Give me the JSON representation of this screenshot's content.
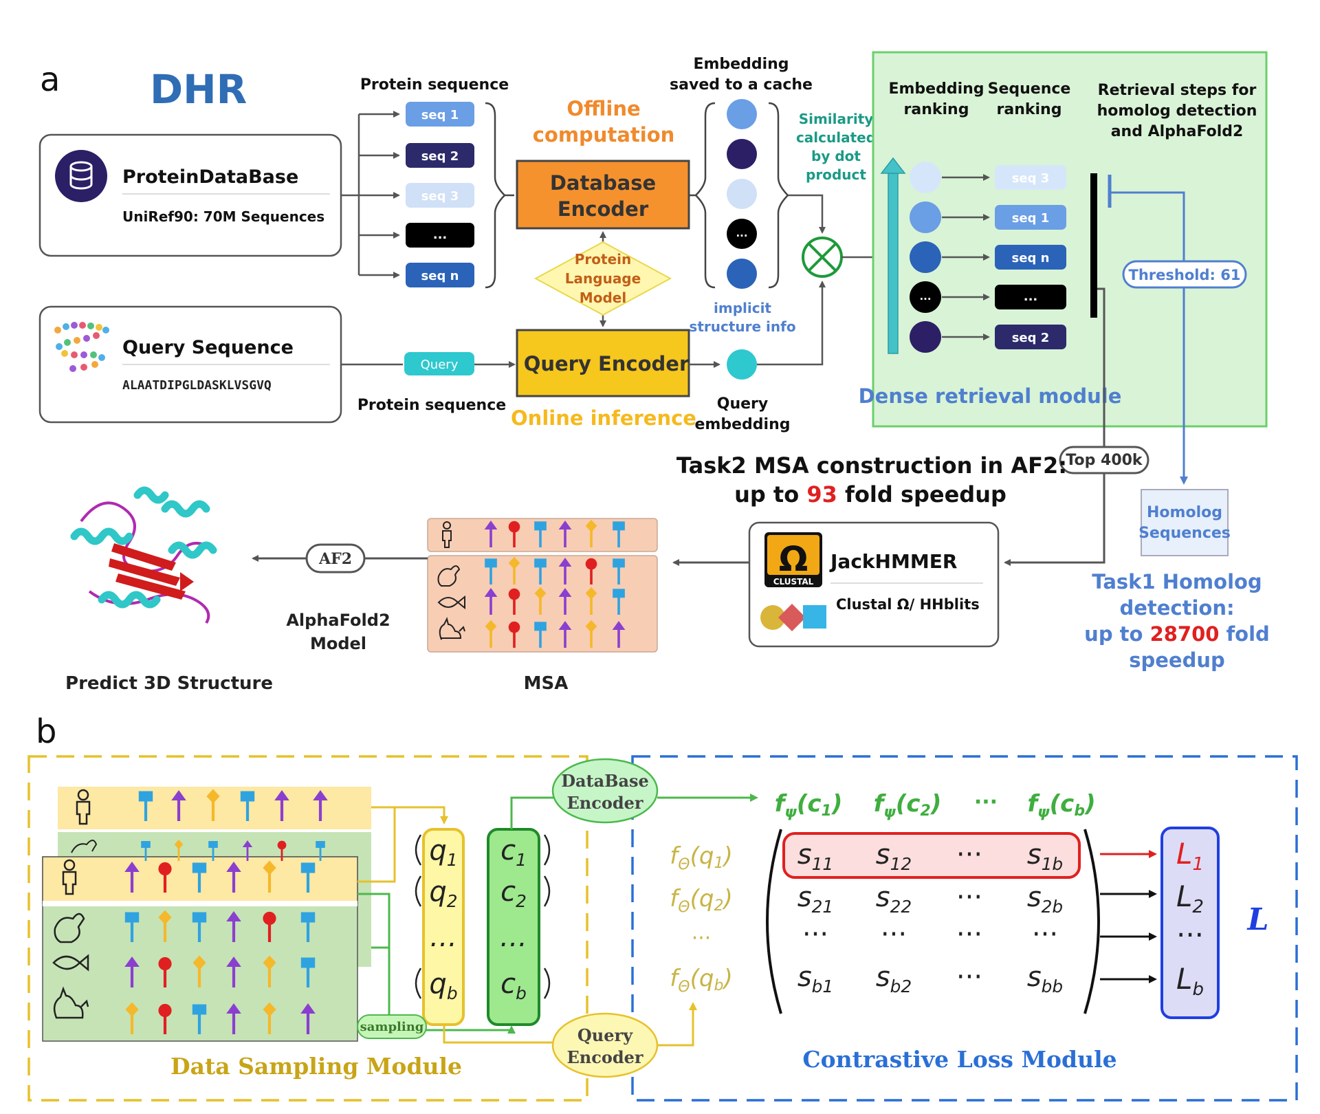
{
  "panel_a": {
    "label": "a",
    "title": "DHR",
    "protein_db": {
      "title": "ProteinDataBase",
      "subtitle": "UniRef90: 70M Sequences"
    },
    "query_seq": {
      "title": "Query Sequence",
      "sequence": "ALAATDIPGLDASKLVSGVQ"
    },
    "protein_sequence_top": "Protein sequence",
    "protein_sequence_bottom": "Protein sequence",
    "seqs": [
      "seq 1",
      "seq 2",
      "seq 3",
      "...",
      "seq n"
    ],
    "query_pill": "Query",
    "offline": [
      "Offline",
      "computation"
    ],
    "db_encoder": [
      "Database",
      "Encoder"
    ],
    "plm": [
      "Protein",
      "Language",
      "Model"
    ],
    "query_encoder": "Query Encoder",
    "online": "Online inference",
    "embedding_cache": [
      "Embedding",
      "saved to a cache"
    ],
    "implicit": [
      "implicit",
      "structure info"
    ],
    "query_embedding": [
      "Query",
      "embedding"
    ],
    "similarity": [
      "Similarity",
      "calculated",
      "by dot",
      "product"
    ],
    "ellipsis": "...",
    "dense": {
      "emb_rank": [
        "Embedding",
        "ranking"
      ],
      "seq_rank": [
        "Sequence",
        "ranking"
      ],
      "retrieval": [
        "Retrieval steps for",
        "homolog detection",
        "and AlphaFold2"
      ],
      "ranked": [
        "seq 3",
        "seq 1",
        "seq n",
        "...",
        "seq 2"
      ],
      "threshold": "Threshold: 61",
      "module": "Dense retrieval module"
    },
    "top400k": "Top 400k",
    "task2": {
      "line1": "Task2 MSA construction in AF2:",
      "prefix": "up to ",
      "num": "93",
      "suffix": " fold speedup"
    },
    "homolog_box": [
      "Homolog",
      "Sequences"
    ],
    "task1": {
      "l1": "Task1 Homolog",
      "l2": "detection:",
      "prefix": "up to ",
      "num": "28700",
      "suffix": " fold",
      "l4": "speedup"
    },
    "jack": {
      "title": "JackHMMER",
      "subtitle": "Clustal Ω/ HHblits",
      "logo": "Ω",
      "logo_caption": "CLUSTAL"
    },
    "af2": "AF2",
    "af2_model": [
      "AlphaFold2",
      "Model"
    ],
    "predict": "Predict 3D Structure",
    "msa": "MSA"
  },
  "panel_b": {
    "label": "b",
    "data_sampling": "Data Sampling Module",
    "contrastive": "Contrastive Loss Module",
    "sampling": "sampling",
    "db_encoder": [
      "DataBase",
      "Encoder"
    ],
    "query_encoder": [
      "Query",
      "Encoder"
    ],
    "q": [
      {
        "b": "q",
        "s": "1"
      },
      {
        "b": "q",
        "s": "2"
      },
      {
        "b": "…",
        "s": ""
      },
      {
        "b": "q",
        "s": "b"
      }
    ],
    "c": [
      {
        "b": "c",
        "s": "1"
      },
      {
        "b": "c",
        "s": "2"
      },
      {
        "b": "…",
        "s": ""
      },
      {
        "b": "c",
        "s": "b"
      }
    ],
    "f_psi": [
      {
        "s": "1"
      },
      {
        "s": "2"
      },
      {
        "s": "b"
      }
    ],
    "f_theta": [
      {
        "s": "1"
      },
      {
        "s": "2"
      },
      {
        "s": "b"
      }
    ],
    "fn_psi": "f",
    "fn_psi_sub": "ψ",
    "fn_theta": "f",
    "fn_theta_sub": "Θ",
    "matrix": [
      [
        {
          "b": "s",
          "s": "11"
        },
        {
          "b": "s",
          "s": "12"
        },
        {
          "b": "···",
          "s": ""
        },
        {
          "b": "s",
          "s": "1b"
        }
      ],
      [
        {
          "b": "s",
          "s": "21"
        },
        {
          "b": "s",
          "s": "22"
        },
        {
          "b": "···",
          "s": ""
        },
        {
          "b": "s",
          "s": "2b"
        }
      ],
      [
        {
          "b": "···",
          "s": ""
        },
        {
          "b": "···",
          "s": ""
        },
        {
          "b": "···",
          "s": ""
        },
        {
          "b": "···",
          "s": ""
        }
      ],
      [
        {
          "b": "s",
          "s": "b1"
        },
        {
          "b": "s",
          "s": "b2"
        },
        {
          "b": "···",
          "s": ""
        },
        {
          "b": "s",
          "s": "bb"
        }
      ]
    ],
    "losses": [
      {
        "b": "L",
        "s": "1"
      },
      {
        "b": "L",
        "s": "2"
      },
      {
        "b": "···",
        "s": ""
      },
      {
        "b": "L",
        "s": "b"
      }
    ],
    "loss_total": "L",
    "dots": "···"
  },
  "colors": {
    "blue_title": "#2f6db5",
    "orange": "#f08a2c",
    "db_encoder": "#f5922e",
    "query_encoder": "#f6c71d",
    "teal": "#1b9a86",
    "green_panel": "#d9f3d6",
    "red": "#e02020",
    "gold_text": "#c8a417",
    "blue_dark": "#2c2a6b",
    "seq_light": "#cfe0f7",
    "seq_mid": "#6a9ee5",
    "seq_dark": "#2a63b8"
  }
}
